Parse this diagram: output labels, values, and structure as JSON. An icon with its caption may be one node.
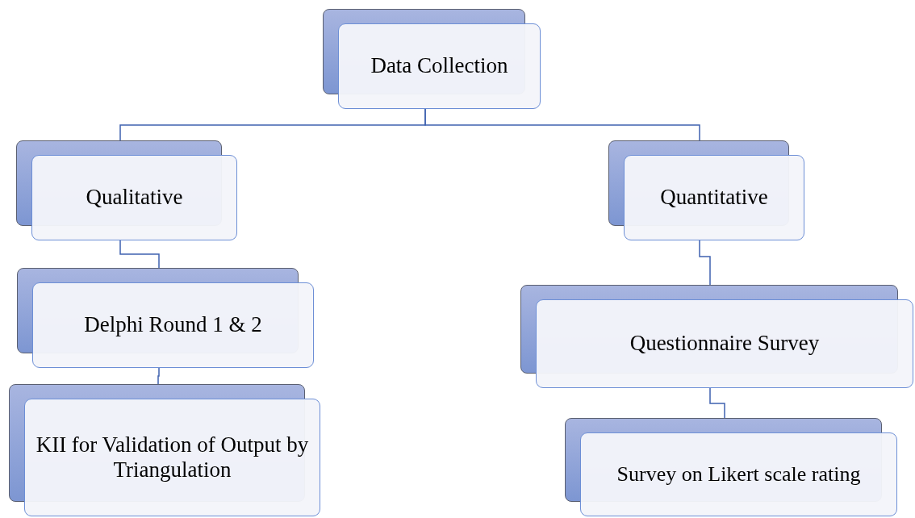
{
  "diagram": {
    "nodes": [
      {
        "text": [
          "Data Collection"
        ]
      },
      {
        "text": [
          "Qualitative"
        ]
      },
      {
        "text": [
          "Quantitative"
        ]
      },
      {
        "text": [
          "Delphi Round 1 & 2"
        ]
      },
      {
        "text": [
          "KII for Validation of Output by Triangulation"
        ]
      },
      {
        "text": [
          "Questionnaire Survey"
        ]
      },
      {
        "text": [
          "Survey on Likert scale rating"
        ]
      }
    ],
    "edges": [
      {
        "from": 0,
        "to": 1,
        "arrow": "none"
      },
      {
        "from": 0,
        "to": 2,
        "arrow": "none"
      },
      {
        "from": 1,
        "to": 3,
        "arrow": "none"
      },
      {
        "from": 3,
        "to": 4,
        "arrow": "none"
      },
      {
        "from": 2,
        "to": 5,
        "arrow": "none"
      },
      {
        "from": 5,
        "to": 6,
        "arrow": "none"
      }
    ]
  }
}
